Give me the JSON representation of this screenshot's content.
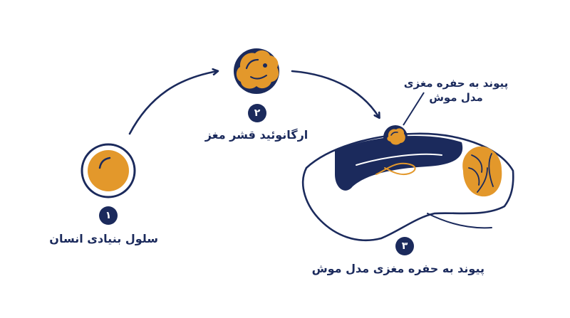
{
  "colors": {
    "navy": "#1b2a5c",
    "orange": "#e3982b",
    "white": "#ffffff"
  },
  "steps": [
    {
      "number": "۱",
      "label": "سلول بنیادی انسان"
    },
    {
      "number": "۲",
      "label": "ارگانوئید قشر مغز"
    },
    {
      "number": "۳",
      "label": "پیوند به حفره مغزی مدل موش"
    }
  ],
  "callout": {
    "line1": "پیوند به حفره مغزی",
    "line2": "مدل موش"
  }
}
